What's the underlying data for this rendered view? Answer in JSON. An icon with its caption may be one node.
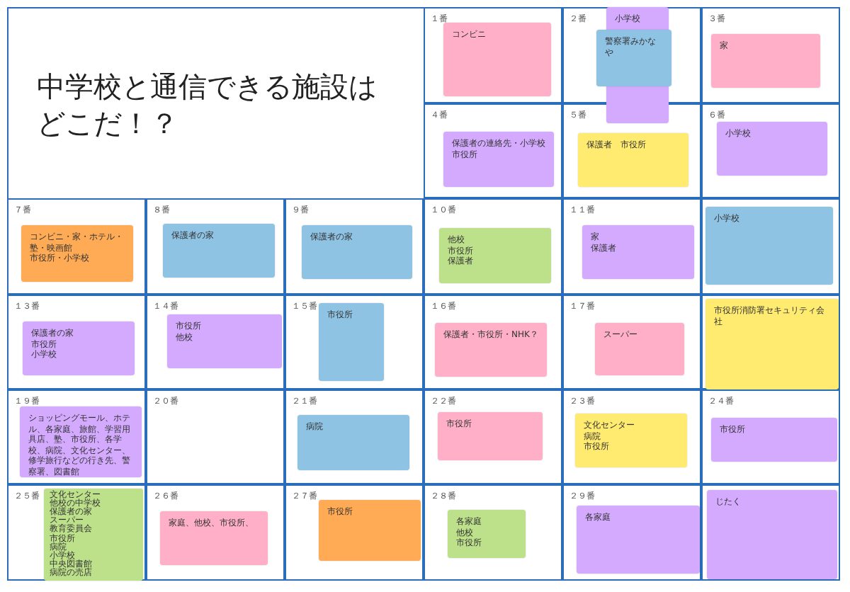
{
  "diagram": {
    "title": "中学校と通信できる施設はどこだ！？",
    "nodes": [
      {
        "text": [
          "１番"
        ]
      },
      {
        "text": [
          "コンビニ"
        ],
        "in": 0
      },
      {
        "text": [
          "２番"
        ]
      },
      {
        "text": [
          "小学校"
        ]
      },
      {
        "text": [
          "警察署みかなや"
        ],
        "in": 2
      },
      {
        "text": [
          "３番"
        ]
      },
      {
        "text": [
          "家"
        ],
        "in": 5
      },
      {
        "text": [
          "４番"
        ]
      },
      {
        "text": [
          "保護者の連絡先・小学校",
          "市役所"
        ],
        "in": 7
      },
      {
        "text": [
          "５番"
        ]
      },
      {
        "text": [
          "保護者　市役所"
        ],
        "in": 9
      },
      {
        "text": [
          "６番"
        ]
      },
      {
        "text": [
          "小学校"
        ],
        "in": 11
      },
      {
        "text": [
          "７番"
        ]
      },
      {
        "text": [
          "コンビニ・家・ホテル・塾・映画館",
          "市役所・小学校"
        ],
        "in": 13
      },
      {
        "text": [
          "８番"
        ]
      },
      {
        "text": [
          "保護者の家"
        ],
        "in": 15
      },
      {
        "text": [
          "９番"
        ]
      },
      {
        "text": [
          "保護者の家"
        ],
        "in": 17
      },
      {
        "text": [
          "１０番"
        ]
      },
      {
        "text": [
          "他校",
          "市役所",
          "保護者"
        ],
        "in": 19
      },
      {
        "text": [
          "１１番"
        ]
      },
      {
        "text": [
          "家",
          "保護者"
        ],
        "in": 21
      },
      {
        "text": [],
        "shape": "box"
      },
      {
        "text": [
          "小学校"
        ],
        "in": 23
      },
      {
        "text": [
          "１３番"
        ]
      },
      {
        "text": [
          "保護者の家",
          "市役所",
          "小学校"
        ],
        "in": 25
      },
      {
        "text": [
          "１４番"
        ]
      },
      {
        "text": [
          "市役所",
          "他校"
        ],
        "in": 27
      },
      {
        "text": [
          "１５番"
        ]
      },
      {
        "text": [
          "市役所"
        ],
        "in": 29
      },
      {
        "text": [
          "１６番"
        ]
      },
      {
        "text": [
          "保護者・市役所・NHK？"
        ],
        "in": 31
      },
      {
        "text": [
          "１７番"
        ]
      },
      {
        "text": [
          "スーパー"
        ],
        "in": 33
      },
      {
        "text": [],
        "shape": "box"
      },
      {
        "text": [
          "市役所消防署セキュリティ会社"
        ],
        "in": 35
      },
      {
        "text": [
          "１９番"
        ]
      },
      {
        "text": [
          "ショッピングモール、ホテル、各家庭、旅館、学習用具店、塾、市役所、各学校、病院、文化センター、修学旅行などの行き先、警察署、図書館"
        ],
        "in": 37
      },
      {
        "text": [
          "２０番"
        ]
      },
      {
        "text": [
          "２１番"
        ]
      },
      {
        "text": [
          "病院"
        ],
        "in": 40
      },
      {
        "text": [
          "２２番"
        ]
      },
      {
        "text": [
          "市役所"
        ],
        "in": 42
      },
      {
        "text": [
          "２３番"
        ]
      },
      {
        "text": [
          "文化センター",
          "病院",
          "市役所"
        ],
        "in": 44
      },
      {
        "text": [
          "２４番"
        ]
      },
      {
        "text": [
          "市役所"
        ],
        "in": 46
      },
      {
        "text": [
          "２５番"
        ]
      },
      {
        "text": [
          "文化センター",
          "他校の中学校",
          "保護者の家",
          "スーパー",
          "教育委員会",
          "市役所",
          "病院",
          "小学校",
          "中央図書館",
          "病院の売店"
        ],
        "in": 48
      },
      {
        "text": [
          "２６番"
        ]
      },
      {
        "text": [
          "家庭、他校、市役所、"
        ],
        "in": 50
      },
      {
        "text": [
          "２７番"
        ]
      },
      {
        "text": [
          "市役所"
        ],
        "in": 52
      },
      {
        "text": [
          "２８番"
        ]
      },
      {
        "text": [
          "各家庭",
          "他校",
          "市役所"
        ],
        "in": 54
      },
      {
        "text": [
          "２９番"
        ]
      },
      {
        "text": [
          "各家庭"
        ],
        "in": 56
      },
      {
        "text": [],
        "shape": "box"
      },
      {
        "text": [
          "じたく"
        ],
        "in": 58
      }
    ]
  }
}
